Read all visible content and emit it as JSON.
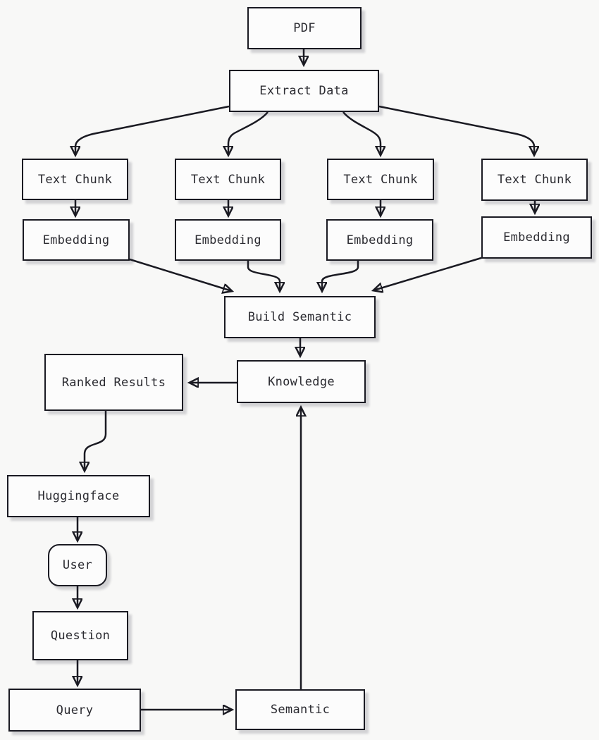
{
  "diagram": {
    "nodes": {
      "pdf": {
        "label": "PDF",
        "shape": "rect"
      },
      "extract_data": {
        "label": "Extract Data",
        "shape": "rect"
      },
      "text_chunk_1": {
        "label": "Text Chunk",
        "shape": "rect"
      },
      "text_chunk_2": {
        "label": "Text Chunk",
        "shape": "rect"
      },
      "text_chunk_3": {
        "label": "Text Chunk",
        "shape": "rect"
      },
      "text_chunk_4": {
        "label": "Text Chunk",
        "shape": "rect"
      },
      "embedding_1": {
        "label": "Embedding",
        "shape": "rect"
      },
      "embedding_2": {
        "label": "Embedding",
        "shape": "rect"
      },
      "embedding_3": {
        "label": "Embedding",
        "shape": "rect"
      },
      "embedding_4": {
        "label": "Embedding",
        "shape": "rect"
      },
      "build_semantic": {
        "label": "Build Semantic",
        "shape": "rect"
      },
      "knowledge": {
        "label": "Knowledge",
        "shape": "rect"
      },
      "ranked_results": {
        "label": "Ranked Results",
        "shape": "rect"
      },
      "huggingface": {
        "label": "Huggingface",
        "shape": "rect"
      },
      "user": {
        "label": "User",
        "shape": "rounded-rect"
      },
      "question": {
        "label": "Question",
        "shape": "rect"
      },
      "query": {
        "label": "Query",
        "shape": "rect"
      },
      "semantic": {
        "label": "Semantic",
        "shape": "rect"
      }
    },
    "edges": [
      {
        "from": "pdf",
        "to": "extract_data"
      },
      {
        "from": "extract_data",
        "to": "text_chunk_1"
      },
      {
        "from": "extract_data",
        "to": "text_chunk_2"
      },
      {
        "from": "extract_data",
        "to": "text_chunk_3"
      },
      {
        "from": "extract_data",
        "to": "text_chunk_4"
      },
      {
        "from": "text_chunk_1",
        "to": "embedding_1"
      },
      {
        "from": "text_chunk_2",
        "to": "embedding_2"
      },
      {
        "from": "text_chunk_3",
        "to": "embedding_3"
      },
      {
        "from": "text_chunk_4",
        "to": "embedding_4"
      },
      {
        "from": "embedding_1",
        "to": "build_semantic"
      },
      {
        "from": "embedding_2",
        "to": "build_semantic"
      },
      {
        "from": "embedding_3",
        "to": "build_semantic"
      },
      {
        "from": "embedding_4",
        "to": "build_semantic"
      },
      {
        "from": "build_semantic",
        "to": "knowledge"
      },
      {
        "from": "knowledge",
        "to": "ranked_results"
      },
      {
        "from": "ranked_results",
        "to": "huggingface"
      },
      {
        "from": "huggingface",
        "to": "user"
      },
      {
        "from": "user",
        "to": "question"
      },
      {
        "from": "question",
        "to": "query"
      },
      {
        "from": "query",
        "to": "semantic"
      },
      {
        "from": "semantic",
        "to": "knowledge"
      }
    ],
    "colors": {
      "canvas_background": "#f8f8f7",
      "node_fill": "#fcfcfc",
      "stroke": "#1a1a22",
      "text": "#2b2b31",
      "shadow": "rgba(40,40,55,0.18)"
    }
  }
}
